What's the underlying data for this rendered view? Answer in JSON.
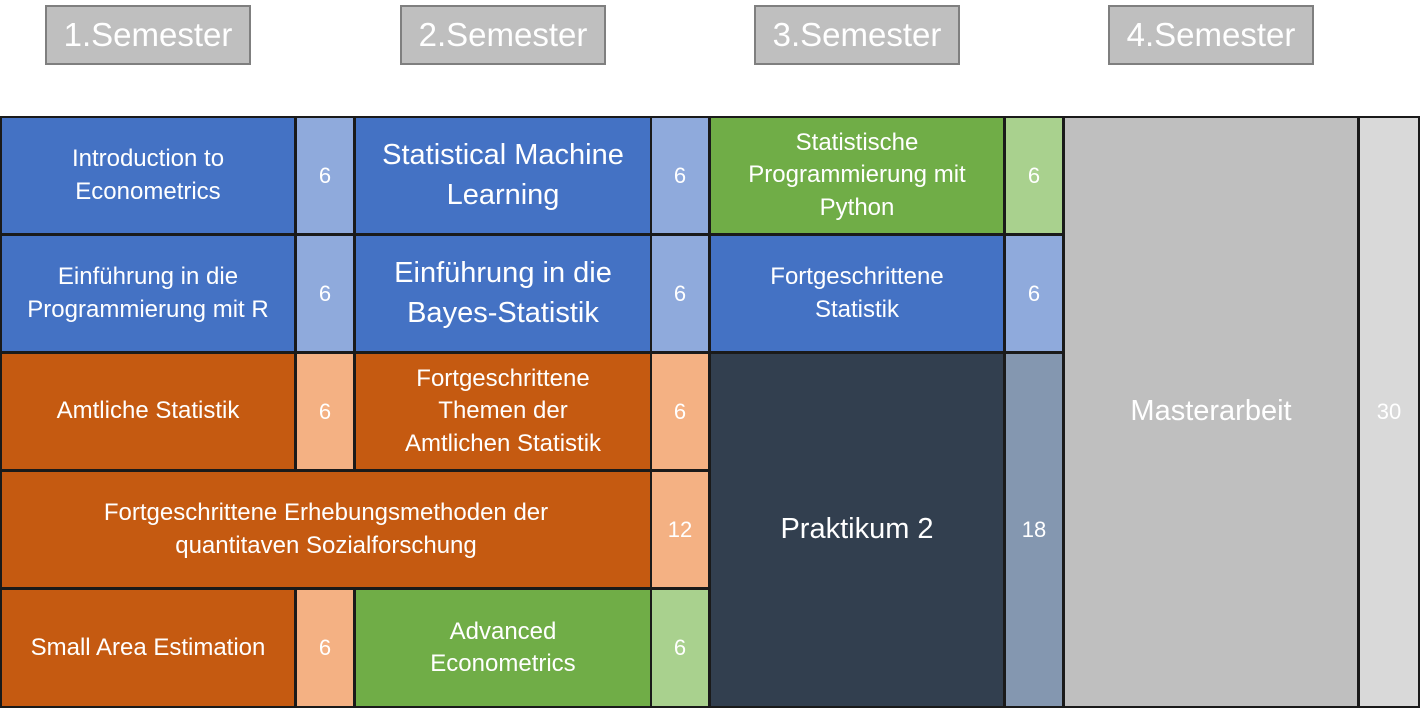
{
  "semesters": [
    "1.Semester",
    "2.Semester",
    "3.Semester",
    "4.Semester"
  ],
  "colors": {
    "blue": "#4472c4",
    "blue_light": "#8faadc",
    "orange": "#c55a11",
    "orange_light": "#f4b183",
    "green": "#70ad47",
    "green_light": "#a9d18e",
    "dark": "#323f4f",
    "slate": "#8497b0",
    "gray": "#bfbfbf",
    "gray_light": "#d9d9d9",
    "header_border": "#7f7f7f"
  },
  "modules": {
    "intro_econometrics": {
      "name": "Introduction to Econometrics",
      "ects": "6"
    },
    "stat_ml": {
      "name": "Statistical Machine Learning",
      "ects": "6"
    },
    "stat_prog_python": {
      "name": "Statistische Programmierung mit Python",
      "ects": "6"
    },
    "einf_prog_r": {
      "name": "Einführung in die Programmierung mit R",
      "ects": "6"
    },
    "bayes": {
      "name": "Einführung in die Bayes-Statistik",
      "ects": "6"
    },
    "fortg_statistik": {
      "name": "Fortgeschrittene Statistik",
      "ects": "6"
    },
    "amtliche": {
      "name": "Amtliche Statistik",
      "ects": "6"
    },
    "fortg_amtliche": {
      "name": "Fortgeschrittene Themen der Amtlichen Statistik",
      "ects": "6"
    },
    "erhebungsmethoden": {
      "name": "Fortgeschrittene Erhebungsmethoden der quantitaven Sozialforschung",
      "ects": "12"
    },
    "small_area": {
      "name": "Small Area Estimation",
      "ects": "6"
    },
    "adv_econometrics": {
      "name": "Advanced Econometrics",
      "ects": "6"
    },
    "praktikum": {
      "name": "Praktikum 2",
      "ects": "18"
    },
    "masterarbeit": {
      "name": "Masterarbeit",
      "ects": "30"
    }
  }
}
